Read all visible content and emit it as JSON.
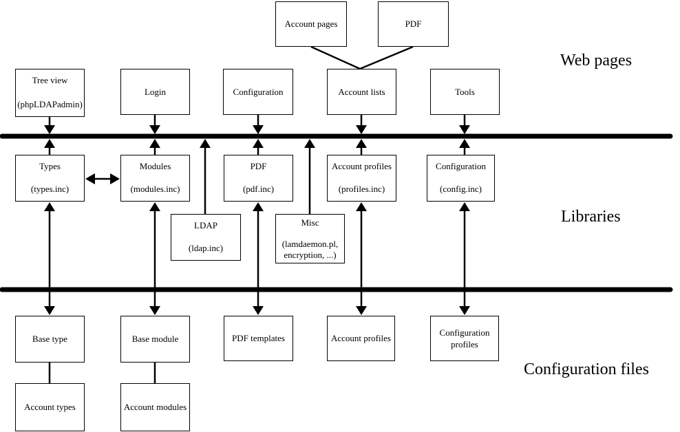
{
  "sections": {
    "web_pages": {
      "label": "Web pages"
    },
    "libraries": {
      "label": "Libraries"
    },
    "configuration_files": {
      "label": "Configuration files"
    }
  },
  "boxes": {
    "account_pages": {
      "label": "Account pages"
    },
    "pdf_top": {
      "label": "PDF"
    },
    "tree_view": {
      "line1": "Tree view",
      "line2": "(phpLDAPadmin)"
    },
    "login": {
      "label": "Login"
    },
    "configuration_web": {
      "label": "Configuration"
    },
    "account_lists": {
      "label": "Account lists"
    },
    "tools": {
      "label": "Tools"
    },
    "types": {
      "line1": "Types",
      "line2": "(types.inc)"
    },
    "modules": {
      "line1": "Modules",
      "line2": "(modules.inc)"
    },
    "pdf_lib": {
      "line1": "PDF",
      "line2": "(pdf.inc)"
    },
    "account_profiles_lib": {
      "line1": "Account profiles",
      "line2": "(profiles.inc)"
    },
    "configuration_lib": {
      "line1": "Configuration",
      "line2": "(config.inc)"
    },
    "ldap": {
      "line1": "LDAP",
      "line2": "(ldap.inc)"
    },
    "misc": {
      "line1": "Misc",
      "line2": "(lamdaemon.pl,",
      "line3": "encryption, ...)"
    },
    "base_type": {
      "label": "Base type"
    },
    "base_module": {
      "label": "Base module"
    },
    "pdf_templates": {
      "label": "PDF templates"
    },
    "account_profiles_cfg": {
      "label": "Account profiles"
    },
    "configuration_profiles": {
      "line1": "Configuration",
      "line2": "profiles"
    },
    "account_types": {
      "label": "Account types"
    },
    "account_modules": {
      "label": "Account modules"
    }
  },
  "colors": {
    "background": "#ffffff",
    "line": "#000000",
    "box_border": "#000000",
    "text": "#000000"
  }
}
